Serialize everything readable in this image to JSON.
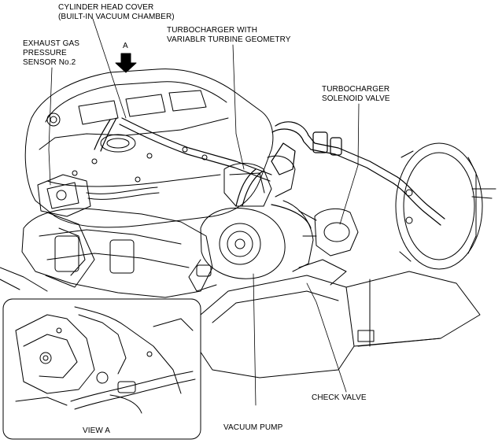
{
  "labels": {
    "cylinder_head_cover": [
      "CYLINDER HEAD COVER",
      "(BUILT-IN VACUUM CHAMBER)"
    ],
    "arrow_a": "A",
    "exhaust_gas_sensor": [
      "EXHAUST GAS",
      "PRESSURE",
      "SENSOR No.2"
    ],
    "turbo_vgt": [
      "TURBOCHARGER WITH",
      "VARIABLR TURBINE GEOMETRY"
    ],
    "turbo_solenoid": [
      "TURBOCHARGER",
      "SOLENOID VALVE"
    ],
    "check_valve": "CHECK VALVE",
    "vacuum_pump": "VACUUM PUMP",
    "view_a": "VIEW A"
  },
  "colors": {
    "line": "#000000",
    "background": "#ffffff"
  }
}
